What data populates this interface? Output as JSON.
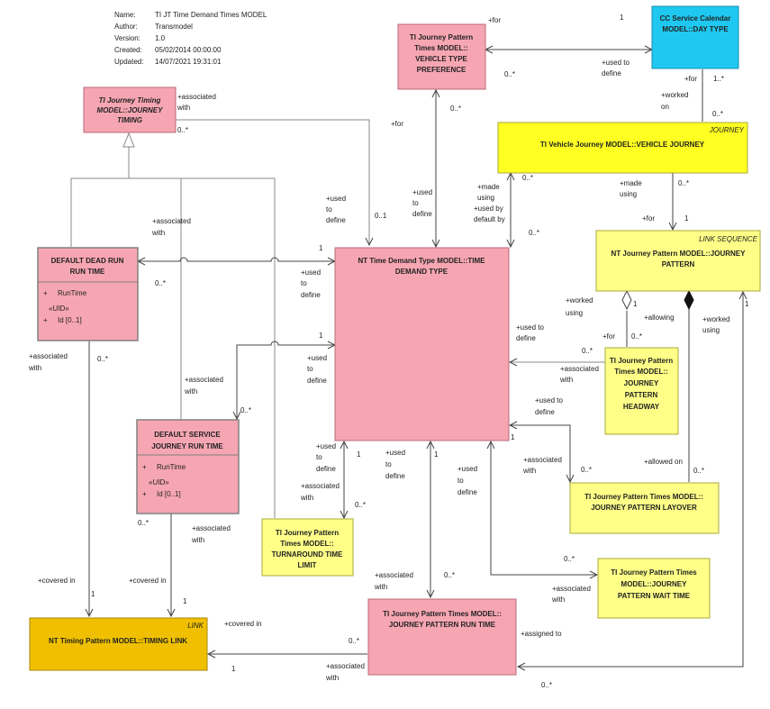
{
  "meta": {
    "name_label": "Name:",
    "name": "TI JT Time Demand Times MODEL",
    "author_label": "Author:",
    "author": "Transmodel",
    "version_label": "Version:",
    "version": "1.0",
    "created_label": "Created:",
    "created": "05/02/2014 00:00:00",
    "updated_label": "Updated:",
    "updated": "14/07/2021 19:31:01"
  },
  "colors": {
    "pink": "#f6a6b2",
    "pink_border": "#b86a78",
    "yellow": "#ffff88",
    "yellow_border": "#a8a83c",
    "cyan": "#1ec8f0",
    "gold": "#f0c000",
    "line": "#444444"
  },
  "boxes": {
    "journey_timing": {
      "line1": "TI Journey Timing",
      "line2": "MODEL::JOURNEY",
      "line3": "TIMING"
    },
    "vehicle_type_pref": {
      "line1": "TI Journey Pattern",
      "line2": "Times MODEL::",
      "line3": "VEHICLE TYPE",
      "line4": "PREFERENCE"
    },
    "day_type": {
      "line1": "CC Service Calendar",
      "line2": "MODEL::DAY TYPE"
    },
    "vehicle_journey": {
      "stereotype": "JOURNEY",
      "title": "TI Vehicle Journey MODEL::VEHICLE JOURNEY"
    },
    "journey_pattern": {
      "stereotype": "LINK SEQUENCE",
      "line1": "NT Journey Pattern MODEL::JOURNEY",
      "line2": "PATTERN"
    },
    "default_dead_run": {
      "line1": "DEFAULT DEAD RUN",
      "line2": "RUN TIME",
      "attr1_vis": "+",
      "attr1": "RunTime",
      "stereo": "«UID»",
      "attr2_vis": "+",
      "attr2": "Id [0..1]"
    },
    "time_demand_type": {
      "line1": "NT Time Demand Type MODEL::TIME",
      "line2": "DEMAND TYPE"
    },
    "headway": {
      "line1": "TI Journey Pattern",
      "line2": "Times MODEL::",
      "line3": "JOURNEY",
      "line4": "PATTERN",
      "line5": "HEADWAY"
    },
    "default_service": {
      "line1": "DEFAULT SERVICE",
      "line2": "JOURNEY RUN TIME",
      "attr1_vis": "+",
      "attr1": "RunTime",
      "stereo": "«UID»",
      "attr2_vis": "+",
      "attr2": "Id [0..1]"
    },
    "layover": {
      "line1": "TI Journey Pattern Times MODEL::",
      "line2": "JOURNEY PATTERN LAYOVER"
    },
    "turnaround": {
      "line1": "TI Journey Pattern",
      "line2": "Times MODEL::",
      "line3": "TURNAROUND TIME",
      "line4": "LIMIT"
    },
    "wait_time": {
      "line1": "TI Journey Pattern Times",
      "line2": "MODEL::JOURNEY",
      "line3": "PATTERN WAIT TIME"
    },
    "timing_link": {
      "stereotype": "LINK",
      "title": "NT Timing Pattern MODEL::TIMING LINK"
    },
    "jp_run_time": {
      "line1": "TI Journey Pattern Times MODEL::",
      "line2": "JOURNEY PATTERN RUN TIME"
    }
  },
  "labels": {
    "l1": "+for",
    "l2": "1",
    "l3": "0..*",
    "l4": "+used to",
    "l5": "define",
    "l6": "0..*",
    "l7": "+for",
    "l8": "1..*",
    "l9": "+worked",
    "l10": "on",
    "l11": "0..*",
    "l12": "+associated",
    "l13": "with",
    "l14": "0..*",
    "l15": "+for",
    "l16": "+used",
    "l17": "to",
    "l18": "define",
    "l19": "0..1",
    "l20": "+used",
    "l21": "to",
    "l22": "define",
    "l23": "+made",
    "l24": "using",
    "l25": "+used by",
    "l26": "default by",
    "l27": "0..*",
    "l28": "0..*",
    "l29": "+made",
    "l30": "using",
    "l31": "0..*",
    "l32": "+for",
    "l33": "1",
    "l34": "+associated",
    "l35": "with",
    "l36": "1",
    "l37": "+used",
    "l38": "to",
    "l39": "define",
    "l40": "0..*",
    "l41": "+worked",
    "l42": "using",
    "l43": "1",
    "l44": "+allowing",
    "l45": "+for",
    "l46": "0..*",
    "l47": "1",
    "l48": "+worked",
    "l49": "using",
    "l50": "+used to",
    "l51": "define",
    "l52": "0..*",
    "l53": "1",
    "l54": "+used",
    "l55": "to",
    "l56": "define",
    "l57": "+associated",
    "l58": "with",
    "l59": "+associated",
    "l60": "with",
    "l61": "+associated",
    "l62": "with",
    "l63": "0..*",
    "l64": "+used to",
    "l65": "define",
    "l66": "1",
    "l67": "+associated",
    "l68": "with",
    "l69": "0..*",
    "l70": "+allowed on",
    "l71": "0..*",
    "l72": "+used",
    "l73": "to",
    "l74": "define",
    "l75": "1",
    "l76": "+used",
    "l77": "to",
    "l78": "define",
    "l79": "+used",
    "l80": "to",
    "l81": "define",
    "l82": "1",
    "l83": "+associated",
    "l84": "with",
    "l85": "0..*",
    "l86": "0..*",
    "l87": "+associated",
    "l88": "with",
    "l89": "+associated",
    "l90": "with",
    "l91": "+covered in",
    "l92": "1",
    "l93": "+covered in",
    "l94": "1",
    "l95": "0..*",
    "l96": "+associated",
    "l97": "with",
    "l98": "0..*",
    "l99": "0..*",
    "l100": "+associated",
    "l101": "with",
    "l102": "+covered in",
    "l103": "0..*",
    "l104": "1",
    "l105": "+associated",
    "l106": "with",
    "l107": "+assigned to",
    "l108": "0..*"
  }
}
